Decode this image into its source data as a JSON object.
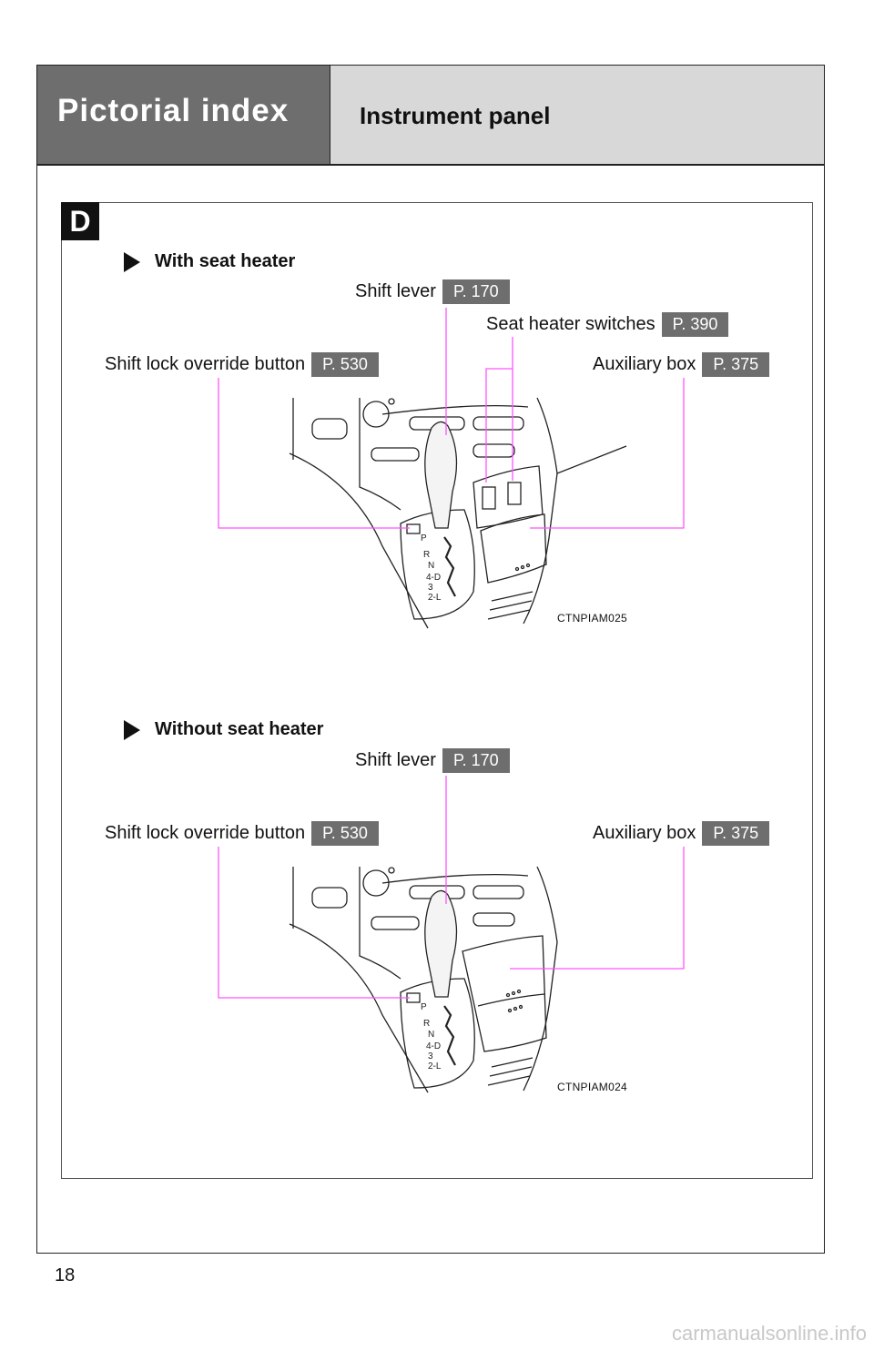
{
  "header": {
    "section_title": "Pictorial index",
    "subtitle": "Instrument panel"
  },
  "section_badge": "D",
  "variants": [
    {
      "heading": "With seat heater",
      "callouts": {
        "shift_lever": {
          "label": "Shift lever",
          "page": "P. 170"
        },
        "seat_heater_switches": {
          "label": "Seat heater switches",
          "page": "P. 390"
        },
        "shift_lock_override_button": {
          "label": "Shift lock override button",
          "page": "P. 530"
        },
        "auxiliary_box": {
          "label": "Auxiliary box",
          "page": "P. 375"
        }
      },
      "figure_code": "CTNPIAM025",
      "gear_positions": [
        "P",
        "R",
        "N",
        "4-D",
        "3",
        "2-L"
      ]
    },
    {
      "heading": "Without seat heater",
      "callouts": {
        "shift_lever": {
          "label": "Shift lever",
          "page": "P. 170"
        },
        "shift_lock_override_button": {
          "label": "Shift lock override button",
          "page": "P. 530"
        },
        "auxiliary_box": {
          "label": "Auxiliary box",
          "page": "P. 375"
        }
      },
      "figure_code": "CTNPIAM024",
      "gear_positions": [
        "P",
        "R",
        "N",
        "4-D",
        "3",
        "2-L"
      ]
    }
  ],
  "page_number": "18",
  "watermark": "carmanualsonline.info",
  "colors": {
    "header_dark": "#6e6e6e",
    "header_light": "#d8d8d8",
    "page_badge": "#6e6e6e",
    "leader_lines": "#ff55ff"
  }
}
